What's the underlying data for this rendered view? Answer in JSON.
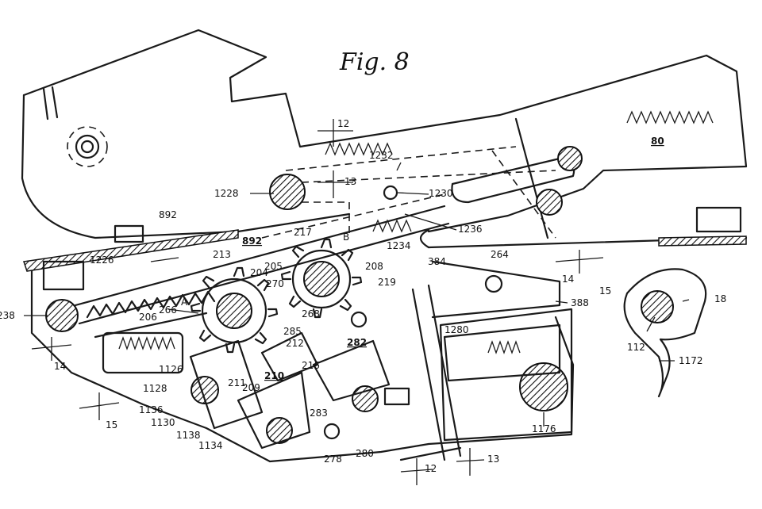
{
  "figure": {
    "title": "Fig. 8"
  },
  "labels": [
    {
      "id": "12-top",
      "text": "12"
    },
    {
      "id": "13-mid",
      "text": "13"
    },
    {
      "id": "80",
      "text": "80",
      "underline": true
    },
    {
      "id": "892-a",
      "text": "892"
    },
    {
      "id": "892-b",
      "text": "892",
      "underline": true
    },
    {
      "id": "1228",
      "text": "1228"
    },
    {
      "id": "1232",
      "text": "1232"
    },
    {
      "id": "1230",
      "text": "1230"
    },
    {
      "id": "1234",
      "text": "1234"
    },
    {
      "id": "1236",
      "text": "1236"
    },
    {
      "id": "217",
      "text": "217"
    },
    {
      "id": "B",
      "text": "B"
    },
    {
      "id": "1226",
      "text": "1226"
    },
    {
      "id": "213",
      "text": "213"
    },
    {
      "id": "205",
      "text": "205"
    },
    {
      "id": "208",
      "text": "208"
    },
    {
      "id": "204",
      "text": "204"
    },
    {
      "id": "270",
      "text": "270"
    },
    {
      "id": "219",
      "text": "219"
    },
    {
      "id": "384",
      "text": "384"
    },
    {
      "id": "264",
      "text": "264"
    },
    {
      "id": "14-right",
      "text": "14"
    },
    {
      "id": "15-right",
      "text": "15"
    },
    {
      "id": "18",
      "text": "18"
    },
    {
      "id": "238",
      "text": "238"
    },
    {
      "id": "A",
      "text": "A"
    },
    {
      "id": "266",
      "text": "266"
    },
    {
      "id": "206",
      "text": "206"
    },
    {
      "id": "268",
      "text": "268"
    },
    {
      "id": "388",
      "text": "388"
    },
    {
      "id": "285",
      "text": "285"
    },
    {
      "id": "212",
      "text": "212"
    },
    {
      "id": "282",
      "text": "282",
      "underline": true
    },
    {
      "id": "1280",
      "text": "1280"
    },
    {
      "id": "112",
      "text": "112"
    },
    {
      "id": "1172",
      "text": "1172"
    },
    {
      "id": "14-left",
      "text": "14"
    },
    {
      "id": "1126",
      "text": "1126"
    },
    {
      "id": "216",
      "text": "216"
    },
    {
      "id": "210",
      "text": "210",
      "underline": true
    },
    {
      "id": "211",
      "text": "211"
    },
    {
      "id": "1128",
      "text": "1128"
    },
    {
      "id": "209",
      "text": "209"
    },
    {
      "id": "1136",
      "text": "1136"
    },
    {
      "id": "1130",
      "text": "1130"
    },
    {
      "id": "15-left",
      "text": "15"
    },
    {
      "id": "283",
      "text": "283"
    },
    {
      "id": "1176",
      "text": "1176"
    },
    {
      "id": "1138",
      "text": "1138"
    },
    {
      "id": "1134",
      "text": "1134"
    },
    {
      "id": "278",
      "text": "278"
    },
    {
      "id": "280",
      "text": "280"
    },
    {
      "id": "12-bottom",
      "text": "12"
    },
    {
      "id": "13-bottom",
      "text": "13"
    }
  ]
}
